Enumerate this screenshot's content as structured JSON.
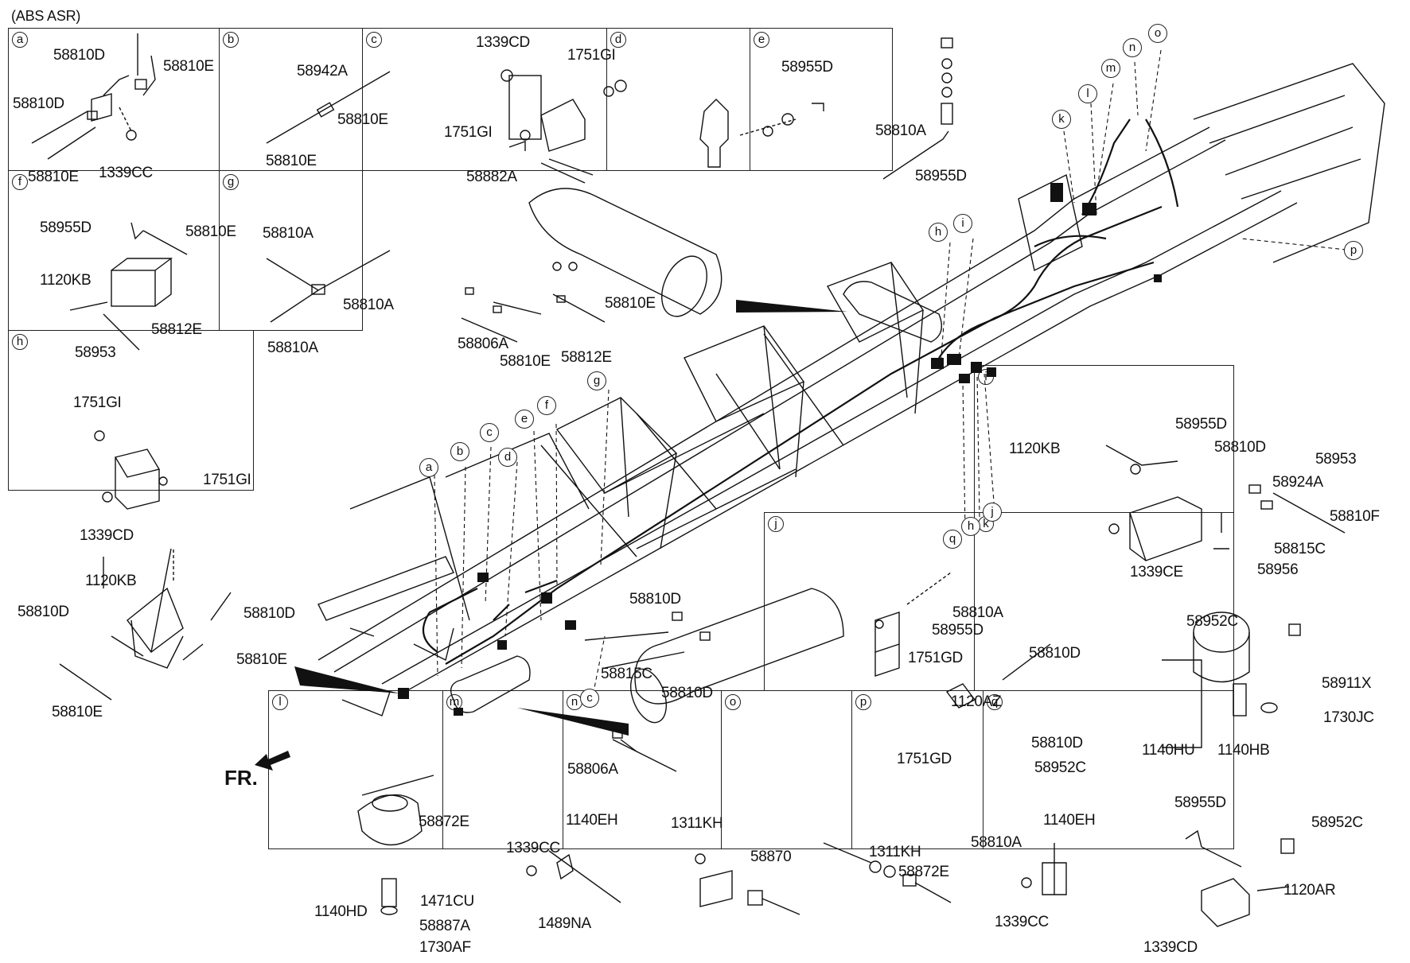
{
  "caption": "(ABS  ASR)",
  "fr_label": "FR.",
  "panels": [
    {
      "id": "a",
      "letter": "a",
      "labels": [
        "58810D",
        "58810E",
        "58810D",
        "58810E",
        "1339CC"
      ]
    },
    {
      "id": "b",
      "letter": "b",
      "labels": [
        "58942A",
        "58810E",
        "58810E"
      ]
    },
    {
      "id": "c",
      "letter": "c",
      "labels": [
        "1339CD",
        "1751GI",
        "1751GI",
        "58882A"
      ]
    },
    {
      "id": "d",
      "letter": "d",
      "labels": [
        "58955D"
      ]
    },
    {
      "id": "e",
      "letter": "e",
      "labels": [
        "58810A",
        "58955D"
      ]
    },
    {
      "id": "f",
      "letter": "f",
      "labels": [
        "58955D",
        "58810E",
        "1120KB",
        "58812E",
        "58953"
      ]
    },
    {
      "id": "g",
      "letter": "g",
      "labels": [
        "58810A",
        "58810A",
        "58810A"
      ]
    },
    {
      "id": "h",
      "letter": "h",
      "labels": [
        "1751GI",
        "1751GI",
        "1339CD"
      ]
    },
    {
      "id": "i",
      "letter": "i",
      "labels": [
        "58955D",
        "1120KB",
        "58810D",
        "58953",
        "58924A",
        "58810F",
        "58815C",
        "1339CE",
        "58956"
      ]
    },
    {
      "id": "j",
      "letter": "j",
      "labels": [
        "58810A",
        "58955D",
        "1751GD",
        "58810D",
        "1120AZ",
        "58810D",
        "1751GD",
        "58952C"
      ]
    },
    {
      "id": "k",
      "letter": "k",
      "labels": [
        "58952C",
        "58911X",
        "1730JC",
        "1140HU",
        "1140HB"
      ]
    },
    {
      "id": "l",
      "letter": "l",
      "labels": [
        "58872E",
        "1140HD",
        "1471CU",
        "58887A",
        "1730AF"
      ]
    },
    {
      "id": "m",
      "letter": "m",
      "labels": [
        "1140EH",
        "1339CC",
        "1489NA"
      ]
    },
    {
      "id": "n",
      "letter": "n",
      "labels": [
        "1311KH",
        "58870"
      ]
    },
    {
      "id": "o",
      "letter": "o",
      "labels": [
        "1311KH",
        "58872E"
      ]
    },
    {
      "id": "p",
      "letter": "p",
      "labels": [
        "1140EH",
        "58810A",
        "1339CC"
      ]
    },
    {
      "id": "q",
      "letter": "q",
      "labels": [
        "58955D",
        "58952C",
        "1120AR",
        "1339CD"
      ]
    }
  ],
  "main_labels": [
    "58810E",
    "58806A",
    "58810E",
    "58812E",
    "58810D",
    "58815C",
    "58810D",
    "58806A"
  ],
  "valve_labels": [
    "1120KB",
    "58810D",
    "58810D",
    "58810E",
    "58810E"
  ],
  "callouts": [
    "a",
    "b",
    "c",
    "d",
    "e",
    "f",
    "g",
    "c",
    "h",
    "i",
    "h",
    "j",
    "q",
    "k",
    "l",
    "m",
    "n",
    "o",
    "p"
  ]
}
